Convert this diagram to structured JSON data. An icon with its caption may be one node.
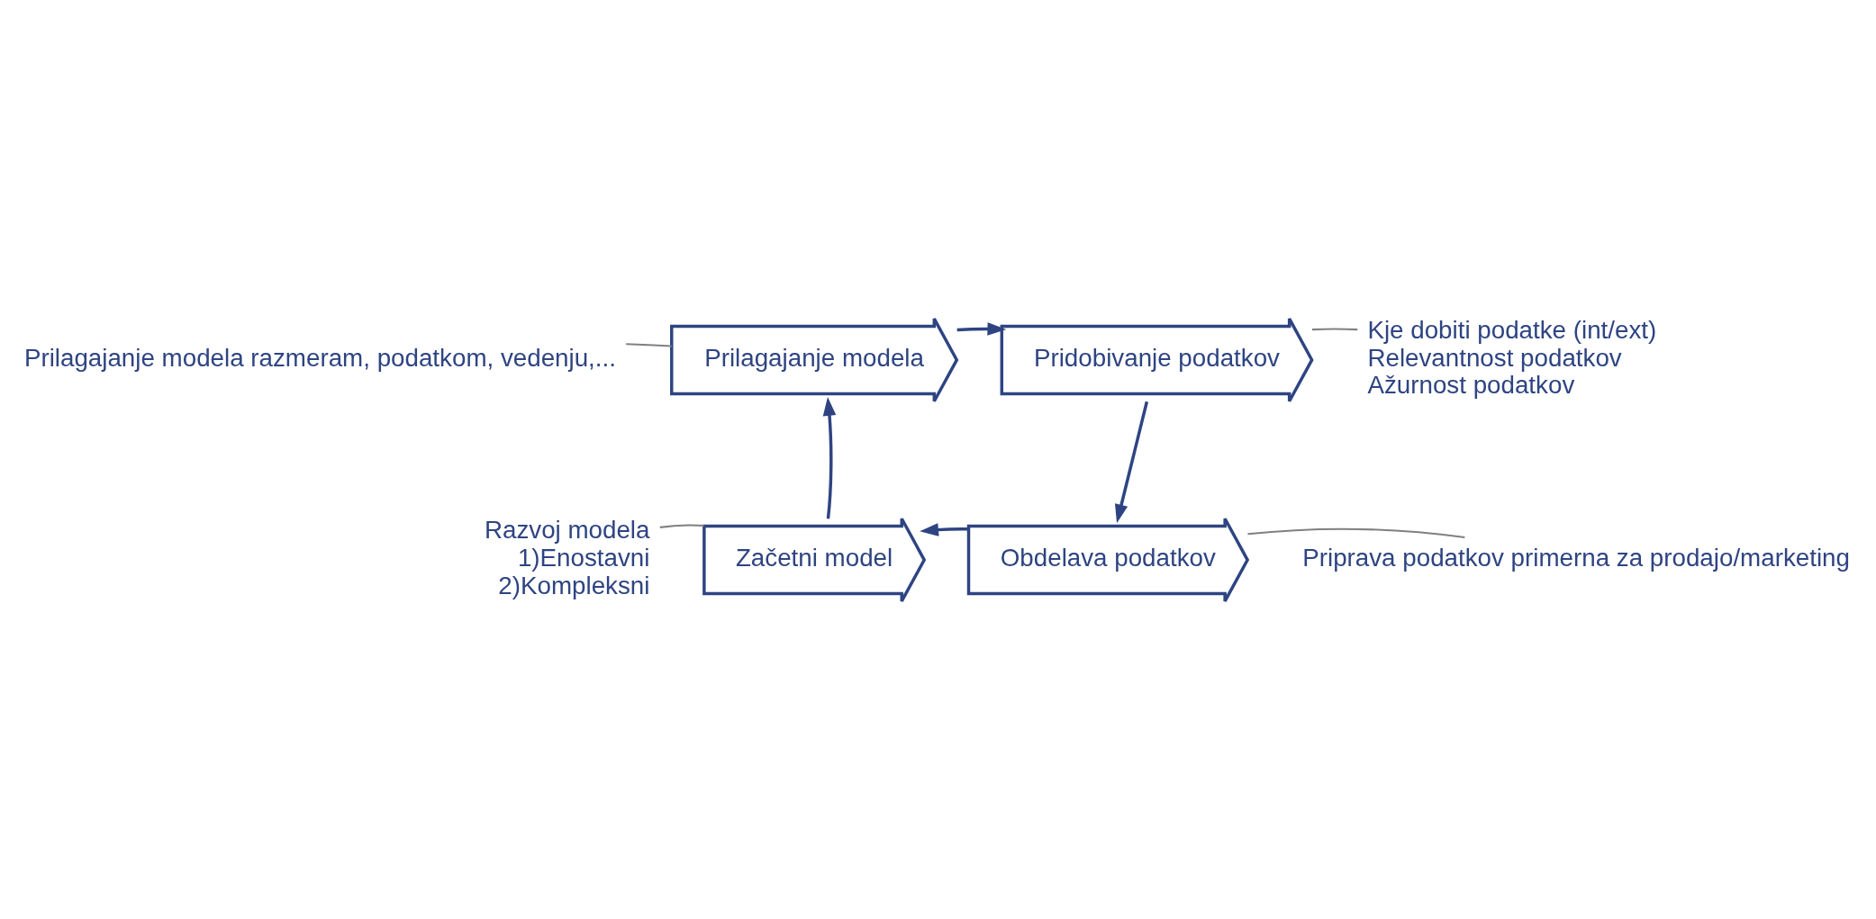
{
  "diagram": {
    "nodes": [
      {
        "text": [
          "Prilagajanje modela razmeram, podatkom, vedenju,..."
        ]
      },
      {
        "text": [
          "Prilagajanje modela"
        ]
      },
      {
        "text": [
          "Kje dobiti podatke (int/ext)",
          "Relevantnost podatkov",
          "Ažurnost podatkov"
        ]
      },
      {
        "text": [
          "Pridobivanje podatkov"
        ]
      },
      {
        "text": [
          "Začetni model"
        ]
      },
      {
        "text": [
          "Obdelava podatkov"
        ]
      },
      {
        "text": [
          "Razvoj modela",
          "1)Enostavni",
          "2)Kompleksni"
        ]
      },
      {
        "text": [
          "Priprava podatkov primerna za prodajo/marketing"
        ]
      }
    ],
    "edges": [
      {
        "from": 1,
        "to": 3,
        "arrow": "to"
      },
      {
        "from": 3,
        "to": 5,
        "arrow": "to"
      },
      {
        "from": 5,
        "to": 4,
        "arrow": "to"
      },
      {
        "from": 4,
        "to": 1,
        "arrow": "to"
      },
      {
        "from": 0,
        "to": 1,
        "arrow": "none",
        "color": "#808080"
      },
      {
        "from": 2,
        "to": 3,
        "arrow": "none",
        "color": "#808080"
      },
      {
        "from": 6,
        "to": 4,
        "arrow": "none",
        "color": "#808080"
      },
      {
        "from": 7,
        "to": 5,
        "arrow": "none",
        "color": "#808080"
      }
    ]
  }
}
